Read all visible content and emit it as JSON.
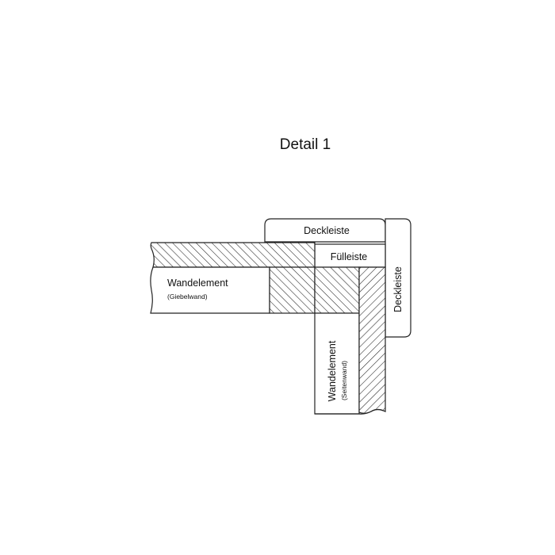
{
  "title": "Detail 1",
  "labels": {
    "top_cover_strip": "Deckleiste",
    "filler_strip": "Fülleiste",
    "side_cover_strip": "Deckleiste",
    "gable_wall": "Wandelement",
    "gable_wall_note": "(Giebelwand)",
    "side_wall": "Wandelement",
    "side_wall_note": "(Seitenwand)"
  }
}
